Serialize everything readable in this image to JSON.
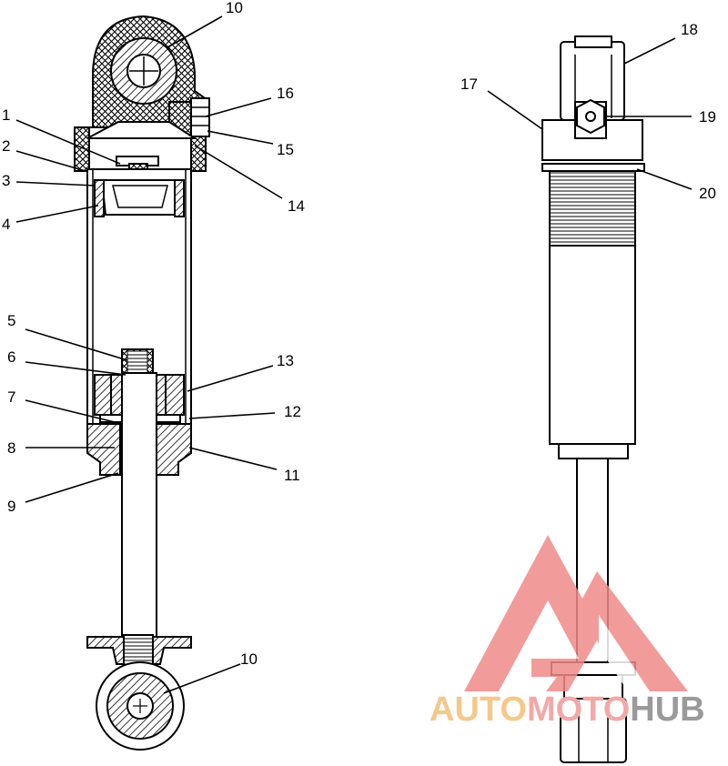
{
  "diagram": {
    "callouts": [
      {
        "id": "c10a",
        "label": "10"
      },
      {
        "id": "c1",
        "label": "1"
      },
      {
        "id": "c2",
        "label": "2"
      },
      {
        "id": "c3",
        "label": "3"
      },
      {
        "id": "c4",
        "label": "4"
      },
      {
        "id": "c16",
        "label": "16"
      },
      {
        "id": "c15",
        "label": "15"
      },
      {
        "id": "c14",
        "label": "14"
      },
      {
        "id": "c5",
        "label": "5"
      },
      {
        "id": "c6",
        "label": "6"
      },
      {
        "id": "c7",
        "label": "7"
      },
      {
        "id": "c8",
        "label": "8"
      },
      {
        "id": "c9",
        "label": "9"
      },
      {
        "id": "c13",
        "label": "13"
      },
      {
        "id": "c12",
        "label": "12"
      },
      {
        "id": "c11",
        "label": "11"
      },
      {
        "id": "c10b",
        "label": "10"
      },
      {
        "id": "c17",
        "label": "17"
      },
      {
        "id": "c18",
        "label": "18"
      },
      {
        "id": "c19",
        "label": "19"
      },
      {
        "id": "c20",
        "label": "20"
      }
    ]
  },
  "watermark": {
    "part1": "AUTO",
    "part2": "MOTO",
    "part3": "HUB",
    "colors": {
      "auto": "#f5c88a",
      "moto": "#f3a8a8",
      "hub": "#9a9a9a",
      "triangle": "#f08a8a"
    }
  }
}
